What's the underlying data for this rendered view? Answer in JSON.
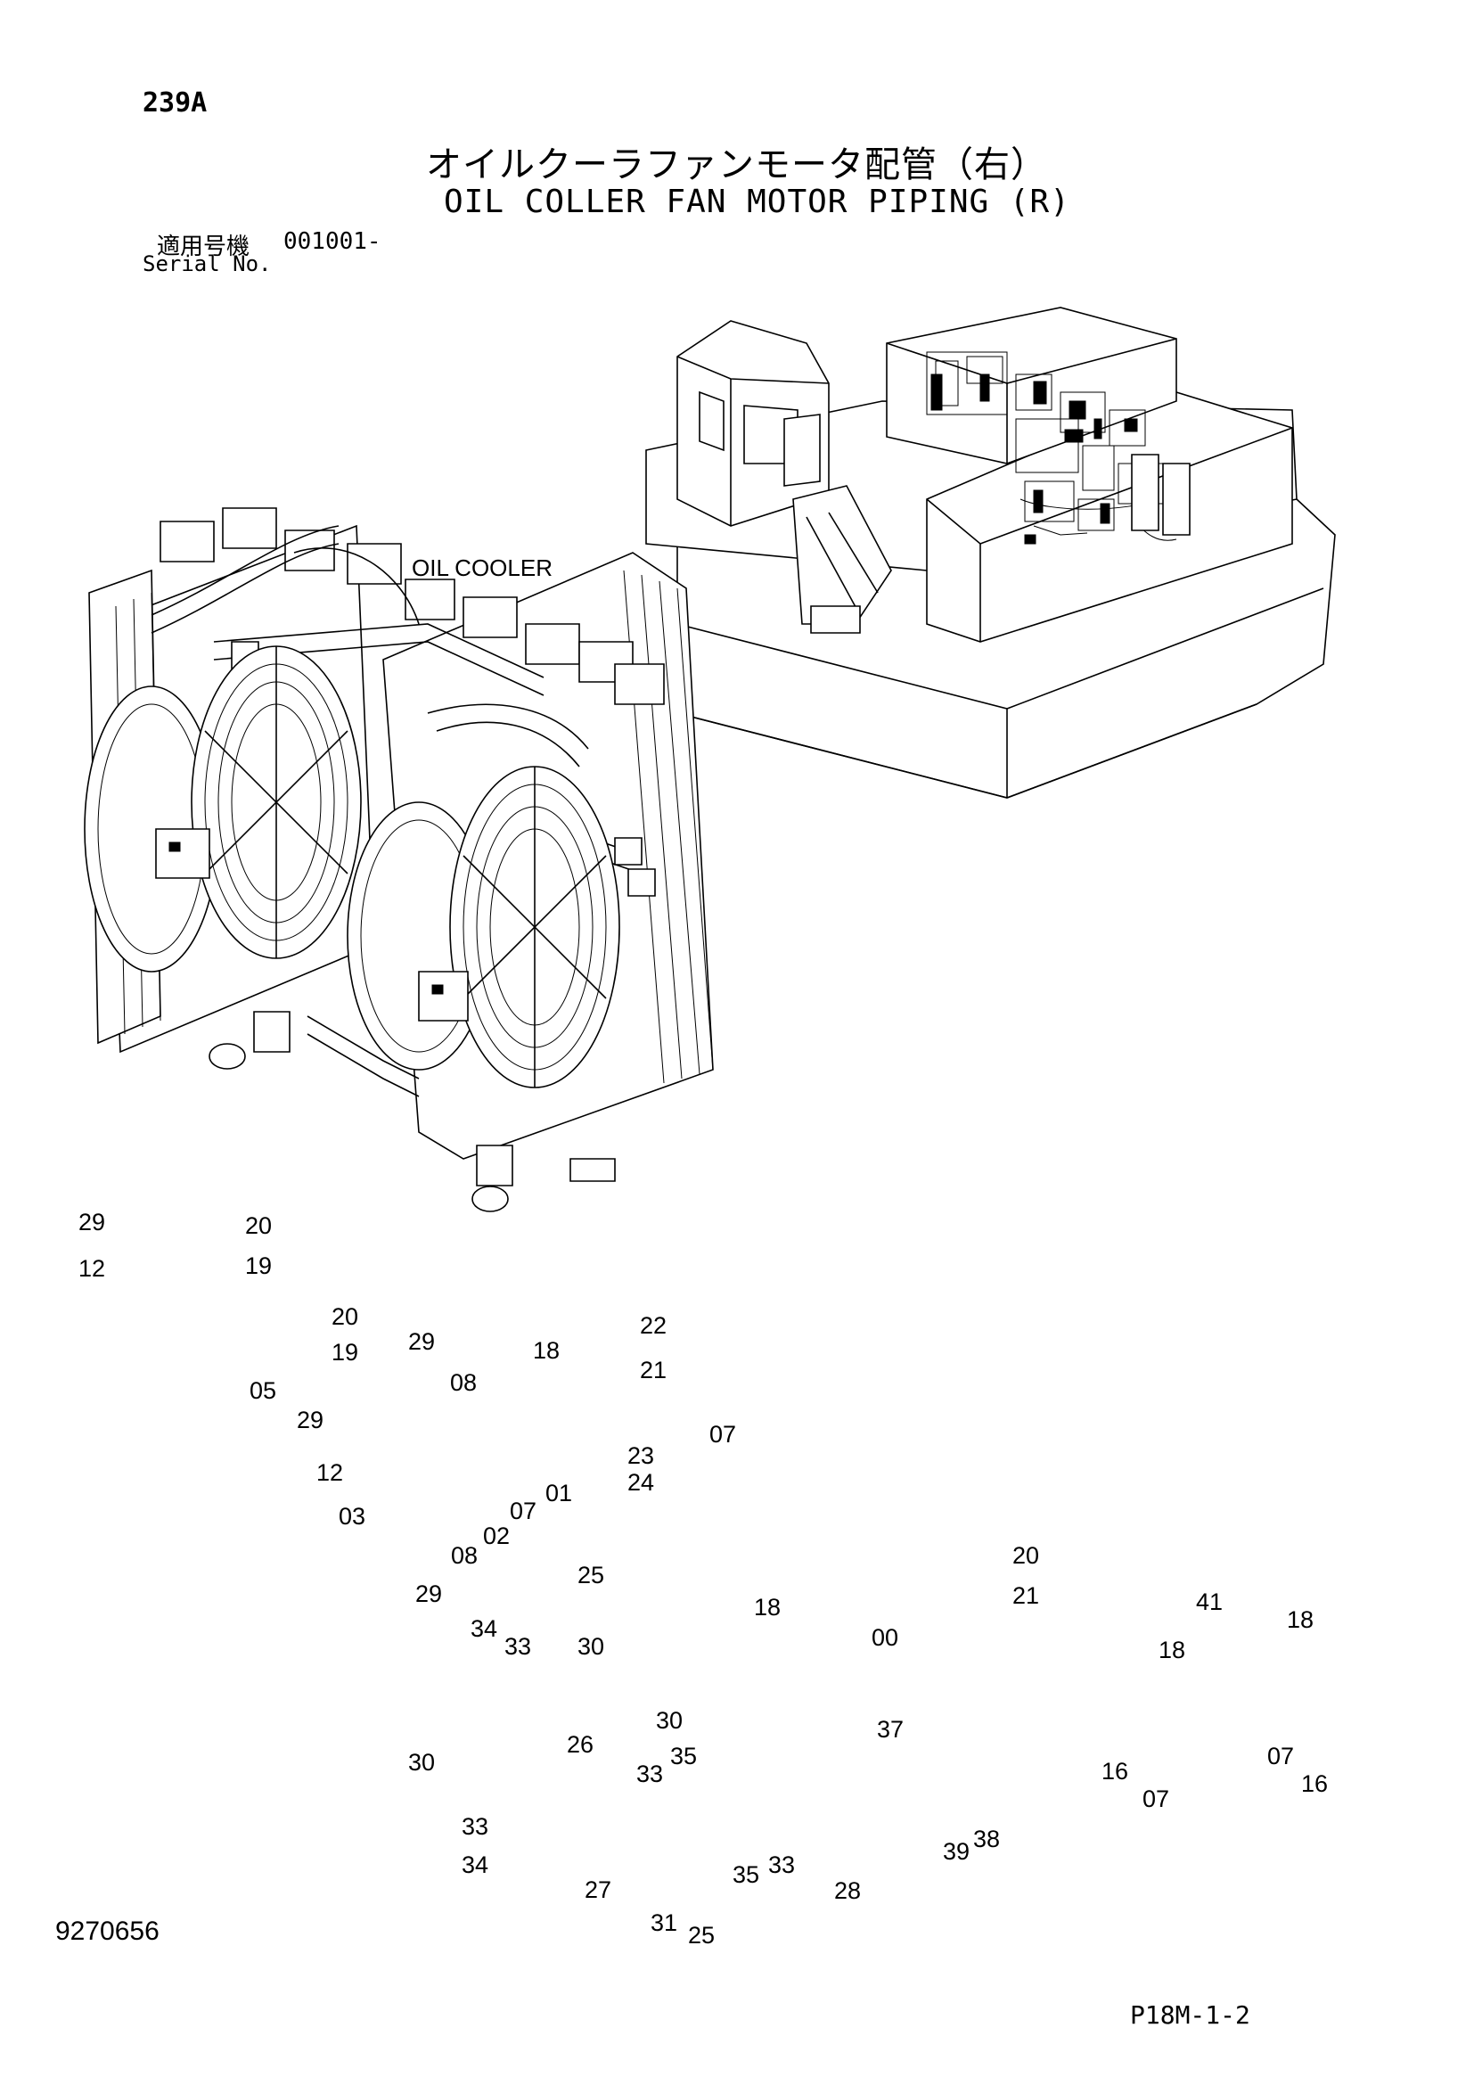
{
  "header": {
    "page_no": "239A",
    "title_jp": "オイルクーラファンモータ配管（右）",
    "title_en": "OIL COLLER FAN MOTOR PIPING (R)",
    "serial_label_jp": "適用号機",
    "serial_value": "001001-",
    "serial_label_en": "Serial No."
  },
  "diagram": {
    "oil_cooler_label": "OIL COOLER",
    "callouts": [
      {
        "id": "c29a",
        "text": "29"
      },
      {
        "id": "c12a",
        "text": "12"
      },
      {
        "id": "c20a",
        "text": "20"
      },
      {
        "id": "c19a",
        "text": "19"
      },
      {
        "id": "c20b",
        "text": "20"
      },
      {
        "id": "c19b",
        "text": "19"
      },
      {
        "id": "c29b",
        "text": "29"
      },
      {
        "id": "c05",
        "text": "05"
      },
      {
        "id": "c08a",
        "text": "08"
      },
      {
        "id": "c29c",
        "text": "29"
      },
      {
        "id": "c12b",
        "text": "12"
      },
      {
        "id": "c03",
        "text": "03"
      },
      {
        "id": "c08b",
        "text": "08"
      },
      {
        "id": "c29d",
        "text": "29"
      },
      {
        "id": "c02",
        "text": "02"
      },
      {
        "id": "c07a",
        "text": "07"
      },
      {
        "id": "c01",
        "text": "01"
      },
      {
        "id": "c18a",
        "text": "18"
      },
      {
        "id": "c22",
        "text": "22"
      },
      {
        "id": "c21a",
        "text": "21"
      },
      {
        "id": "c23",
        "text": "23"
      },
      {
        "id": "c24",
        "text": "24"
      },
      {
        "id": "c07b",
        "text": "07"
      },
      {
        "id": "c25a",
        "text": "25"
      },
      {
        "id": "c18b",
        "text": "18"
      },
      {
        "id": "c00",
        "text": "00"
      },
      {
        "id": "c20c",
        "text": "20"
      },
      {
        "id": "c21b",
        "text": "21"
      },
      {
        "id": "c34a",
        "text": "34"
      },
      {
        "id": "c33a",
        "text": "33"
      },
      {
        "id": "c30a",
        "text": "30"
      },
      {
        "id": "c26",
        "text": "26"
      },
      {
        "id": "c30b",
        "text": "30"
      },
      {
        "id": "c37",
        "text": "37"
      },
      {
        "id": "c30c",
        "text": "30"
      },
      {
        "id": "c33b",
        "text": "33"
      },
      {
        "id": "c35a",
        "text": "35"
      },
      {
        "id": "c33c",
        "text": "33"
      },
      {
        "id": "c34b",
        "text": "34"
      },
      {
        "id": "c27",
        "text": "27"
      },
      {
        "id": "c31",
        "text": "31"
      },
      {
        "id": "c25b",
        "text": "25"
      },
      {
        "id": "c35b",
        "text": "35"
      },
      {
        "id": "c33d",
        "text": "33"
      },
      {
        "id": "c28",
        "text": "28"
      },
      {
        "id": "c39",
        "text": "39"
      },
      {
        "id": "c38",
        "text": "38"
      },
      {
        "id": "c18c",
        "text": "18"
      },
      {
        "id": "c16a",
        "text": "16"
      },
      {
        "id": "c07c",
        "text": "07"
      },
      {
        "id": "c41",
        "text": "41"
      },
      {
        "id": "c18d",
        "text": "18"
      },
      {
        "id": "c07d",
        "text": "07"
      },
      {
        "id": "c16b",
        "text": "16"
      }
    ]
  },
  "footer": {
    "doc_no": "9270656",
    "sheet_ref": "P18M-1-2"
  }
}
